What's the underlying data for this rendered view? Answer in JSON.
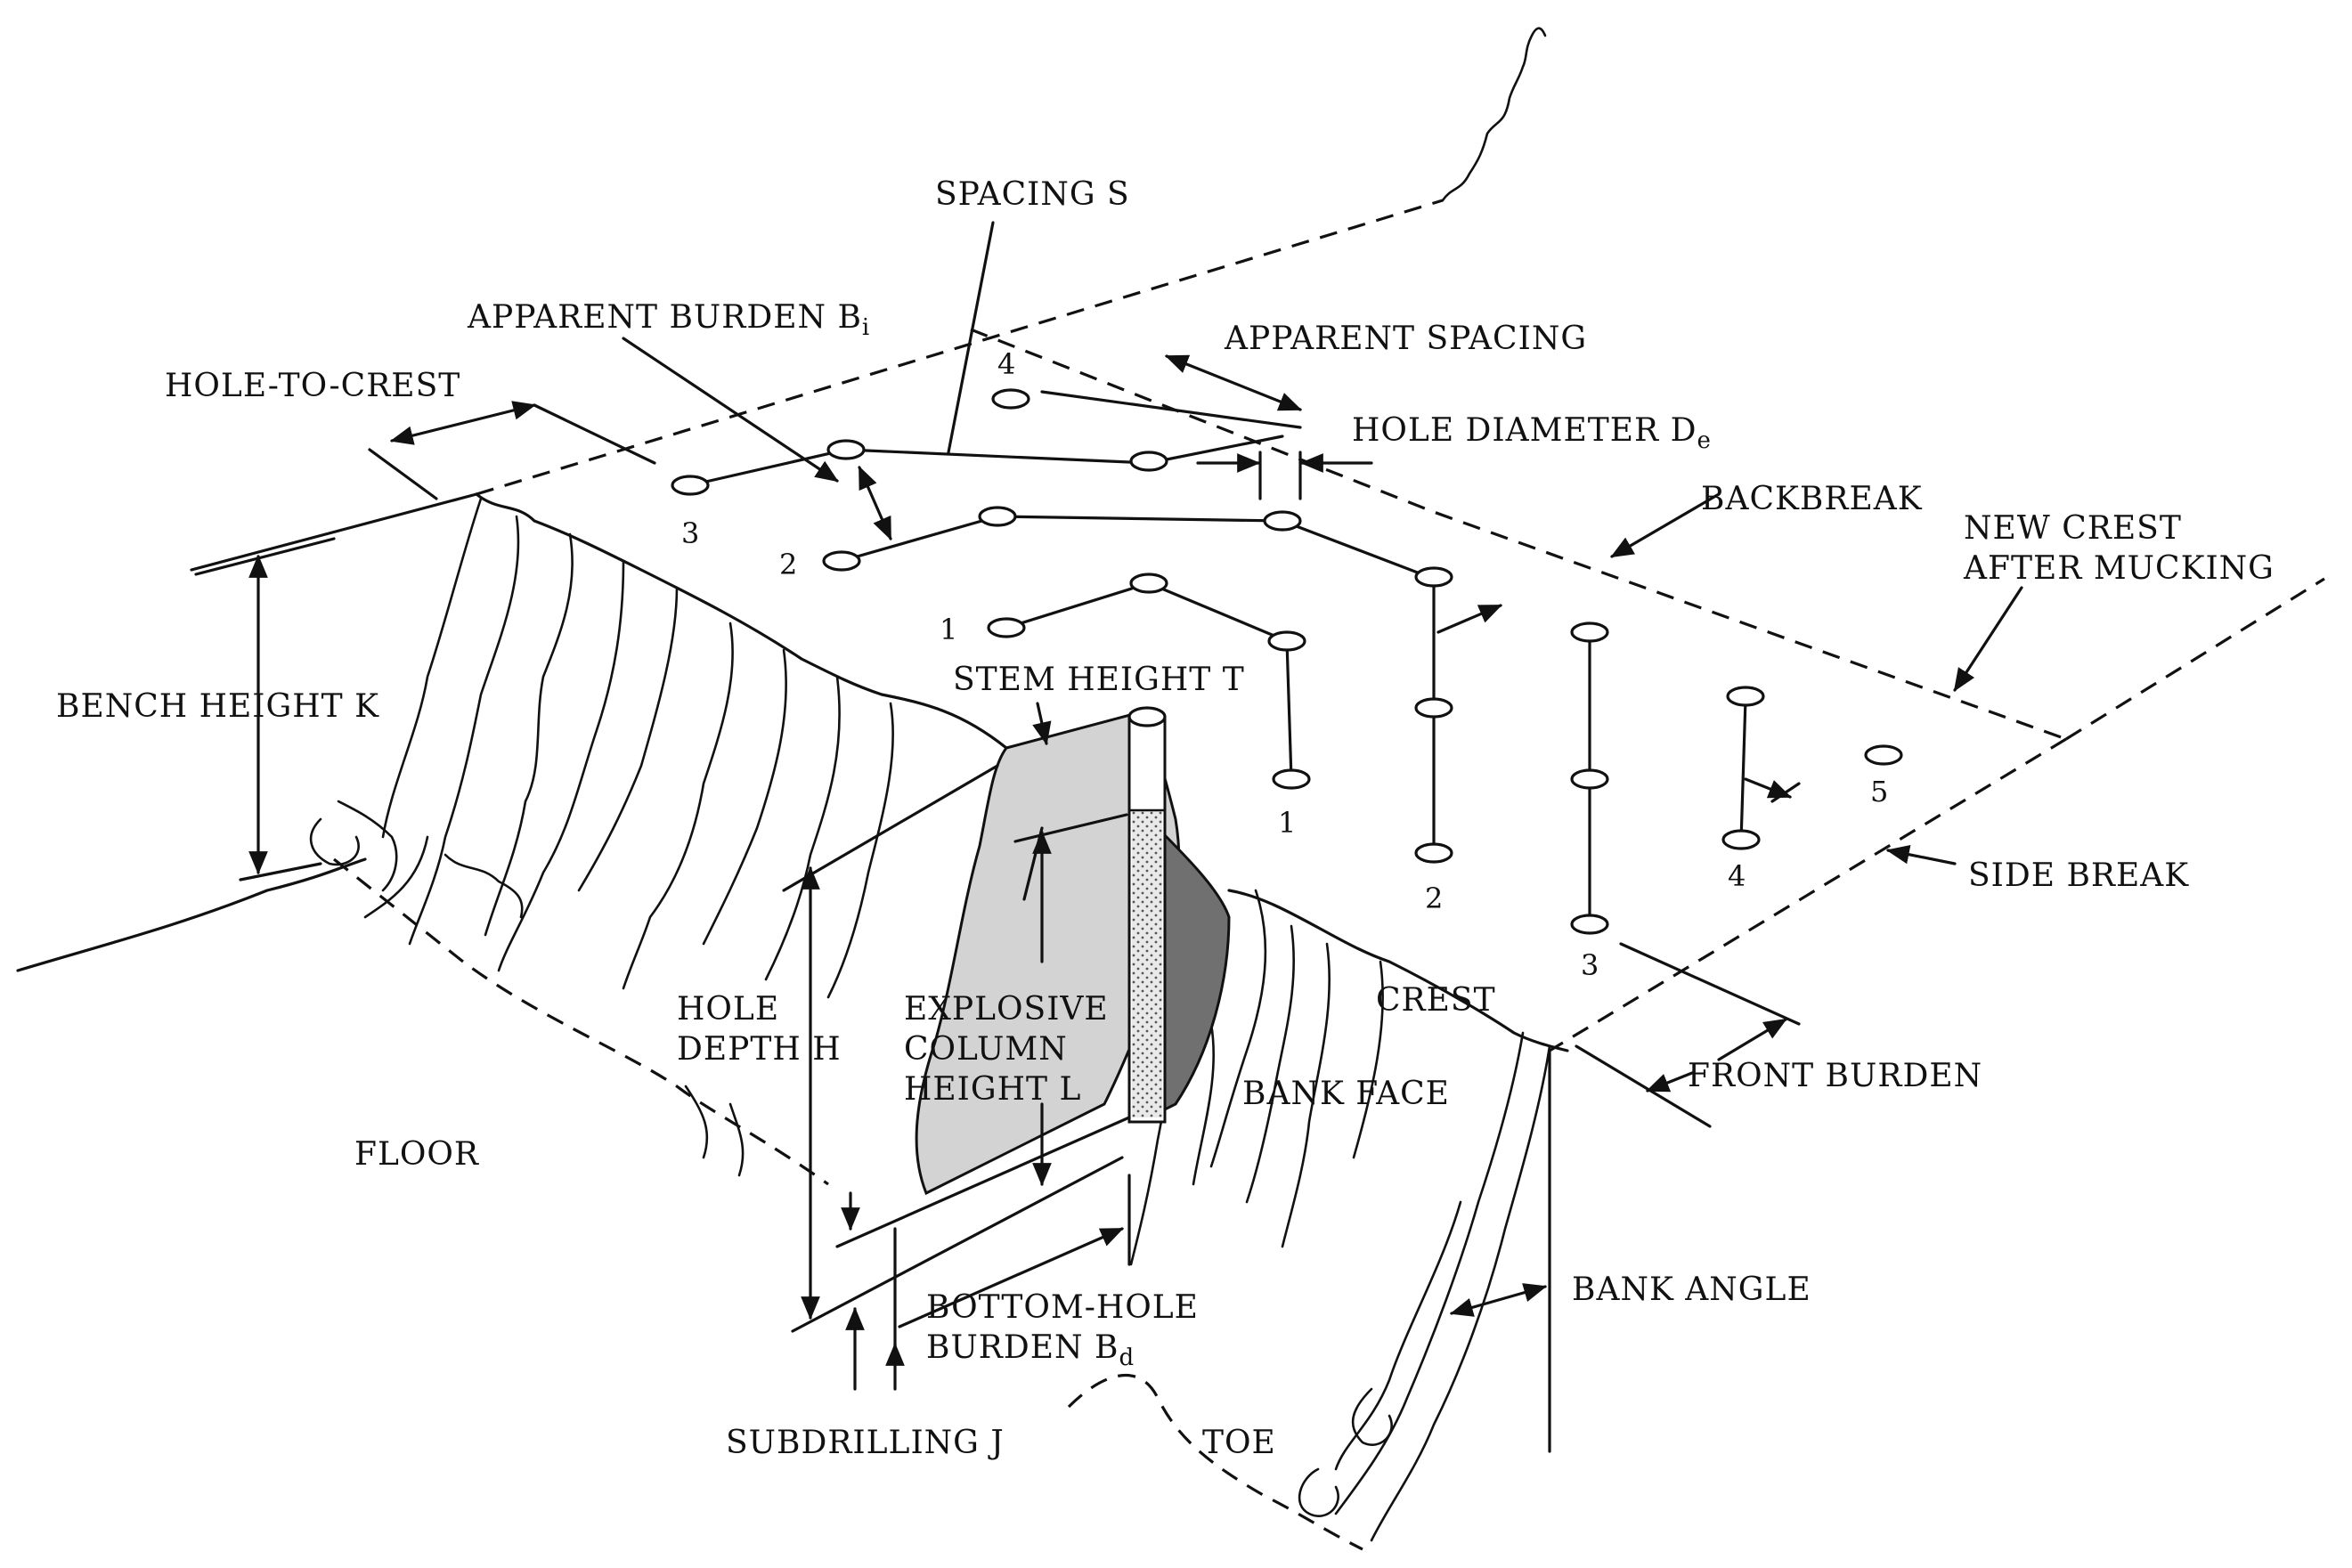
{
  "labels": {
    "spacing": "SPACING S",
    "apparent_burden": "APPARENT BURDEN B",
    "apparent_burden_sub": "i",
    "apparent_spacing": "APPARENT SPACING",
    "hole_to_crest": "HOLE-TO-CREST",
    "hole_diameter": "HOLE DIAMETER D",
    "hole_diameter_sub": "e",
    "backbreak": "BACKBREAK",
    "new_crest_line1": "NEW CREST",
    "new_crest_line2": "AFTER MUCKING",
    "bench_height": "BENCH HEIGHT K",
    "stem_height": "STEM HEIGHT T",
    "side_break": "SIDE BREAK",
    "crest": "CREST",
    "front_burden": "FRONT BURDEN",
    "hole_depth_line1": "HOLE",
    "hole_depth_line2": "DEPTH H",
    "explosive_line1": "EXPLOSIVE",
    "explosive_line2": "COLUMN",
    "explosive_line3": "HEIGHT L",
    "bank_face": "BANK FACE",
    "floor": "FLOOR",
    "bank_angle": "BANK ANGLE",
    "bottom_hole_line1": "BOTTOM-HOLE",
    "bottom_hole_line2": "BURDEN B",
    "bottom_hole_sub": "d",
    "subdrilling": "SUBDRILLING J",
    "toe": "TOE"
  },
  "row_numbers": {
    "r4": "4",
    "r3": "3",
    "r2": "2",
    "r1": "1"
  },
  "hole_numbers": {
    "h1": "1",
    "h2": "2",
    "h3": "3",
    "h4": "4",
    "h5": "5"
  },
  "colors": {
    "ink": "#111111",
    "rock_fill": "#d3d3d3",
    "shadow_fill": "#707070",
    "charge_fill": "#e6e6e6"
  }
}
